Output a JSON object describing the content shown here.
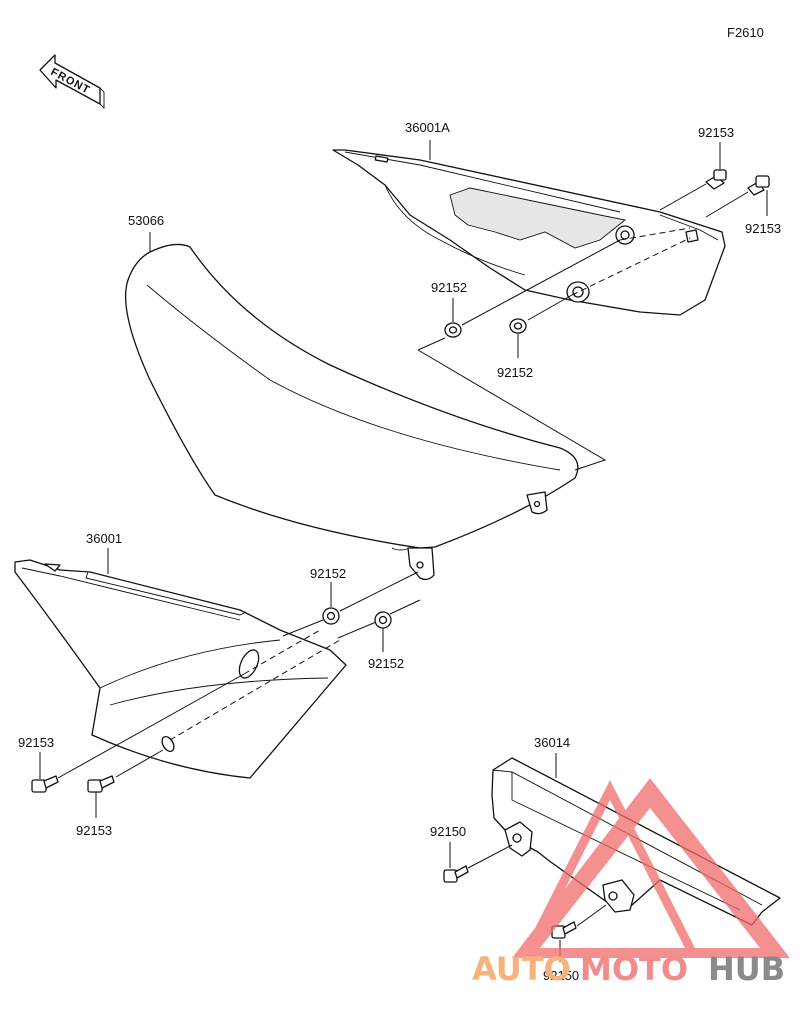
{
  "figure_code": "F2610",
  "front_marker": "FRONT",
  "labels": {
    "seat": "53066",
    "right_cover": "36001A",
    "left_cover": "36001",
    "chain_cover": "36014",
    "bolt_92153_a": "92153",
    "bolt_92153_b": "92153",
    "bolt_92153_c": "92153",
    "bolt_92153_d": "92153",
    "grommet_92152_a": "92152",
    "grommet_92152_b": "92152",
    "grommet_92152_c": "92152",
    "grommet_92152_d": "92152",
    "bolt_92150_a": "92150",
    "bolt_92150_b": "92150"
  },
  "watermark": {
    "part1": "AUTO",
    "part2": "MOTO",
    "part3": "HUB",
    "color_warm": "#f5b27a",
    "color_red": "#f28b8b",
    "color_gray": "#8a8a8a",
    "triangle_color": "#f26b6b"
  }
}
